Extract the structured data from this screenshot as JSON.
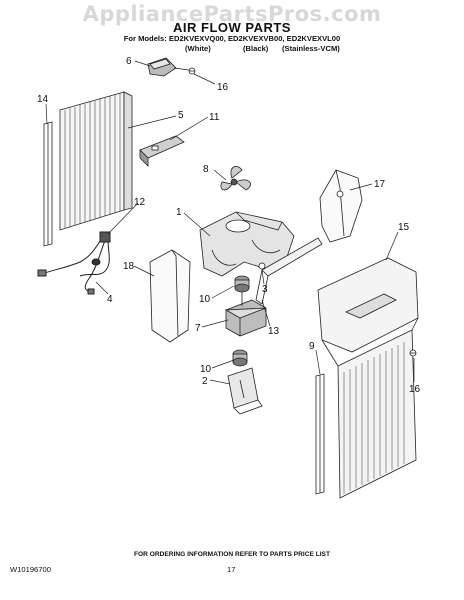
{
  "watermark": "AppliancePartsPros.com",
  "title": "AIR FLOW PARTS",
  "models_line": "For Models: ED2KVEXVQ00, ED2KVEXVB00, ED2KVEXVL00",
  "variants": [
    "(White)",
    "(Black)",
    "(Stainless-VCM)"
  ],
  "footer": {
    "order_info": "FOR ORDERING INFORMATION REFER TO PARTS PRICE LIST",
    "doc_number": "W10196700",
    "page_number": "17"
  },
  "callouts": {
    "c1": "1",
    "c2": "2",
    "c3": "3",
    "c4": "4",
    "c5": "5",
    "c6": "6",
    "c7": "7",
    "c8": "8",
    "c9": "9",
    "c10a": "10",
    "c10b": "10",
    "c11": "11",
    "c12": "12",
    "c13": "13",
    "c14": "14",
    "c15": "15",
    "c16a": "16",
    "c16b": "16",
    "c17": "17",
    "c18": "18"
  }
}
